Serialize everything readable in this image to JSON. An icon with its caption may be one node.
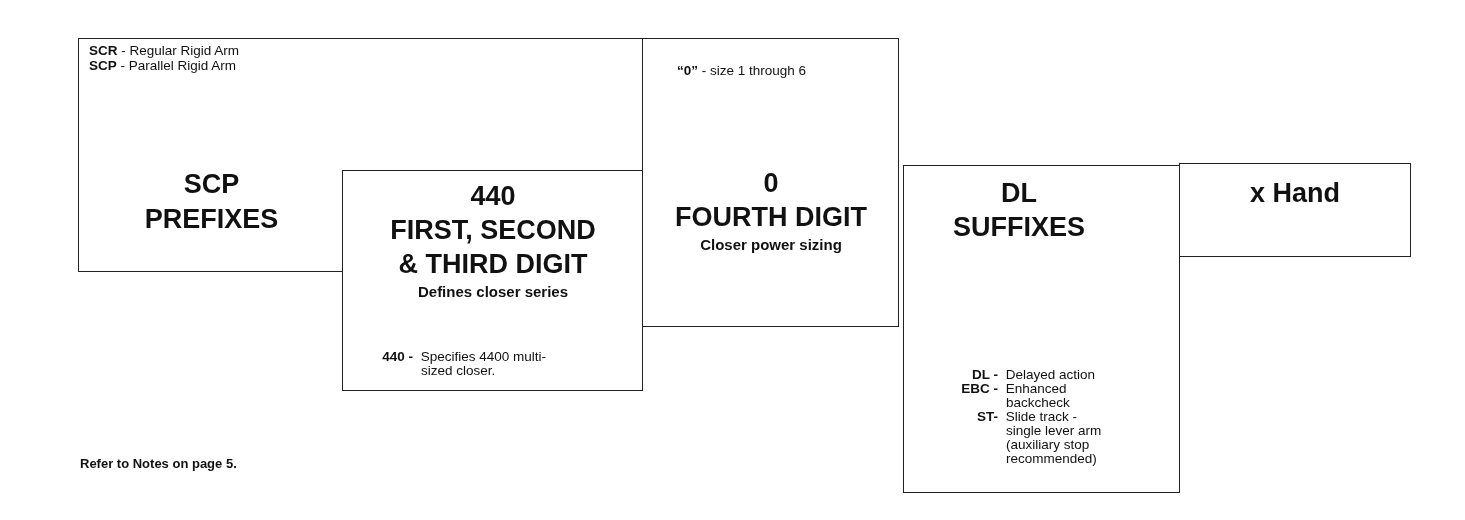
{
  "diagram": {
    "nodes": [
      {
        "text": [
          "**SCR** - Regular Rigid Arm",
          "**SCP** - Parallel Rigid Arm",
          "SCP",
          "PREFIXES"
        ]
      },
      {
        "text": [
          "440",
          "FIRST, SECOND & THIRD DIGIT",
          "Defines closer series",
          "**440 -** Specifies 4400 multi-sized closer."
        ]
      },
      {
        "text": [
          "**“0”** - size 1 through 6",
          "0",
          "FOURTH DIGIT",
          "Closer power sizing"
        ]
      },
      {
        "text": [
          "DL",
          "SUFFIXES",
          "**DL -** Delayed action",
          "**EBC -** Enhanced backcheck",
          "**ST-** Slide track - single lever arm (auxiliary stop recommended)"
        ]
      },
      {
        "text": [
          "x Hand"
        ]
      }
    ],
    "labels": [
      "Refer to Notes on page 5."
    ]
  }
}
